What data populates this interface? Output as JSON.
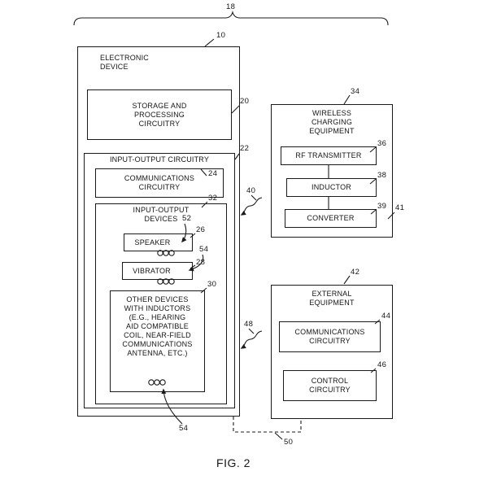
{
  "figure": {
    "caption": "FIG. 2",
    "brace_ref": "18"
  },
  "device": {
    "ref": "10",
    "title": "ELECTRONIC\nDEVICE",
    "storage": {
      "ref": "20",
      "label": "STORAGE AND\nPROCESSING\nCIRCUITRY"
    },
    "io": {
      "ref": "22",
      "title": "INPUT-OUTPUT CIRCUITRY",
      "comms": {
        "ref": "24",
        "label": "COMMUNICATIONS\nCIRCUITRY"
      },
      "devices": {
        "ref": "32",
        "title": "INPUT-OUTPUT\nDEVICES",
        "speaker": {
          "ref": "26",
          "coil_ref": "52",
          "label": "SPEAKER"
        },
        "vibrator": {
          "ref": "28",
          "coil_ref": "54",
          "label": "VIBRATOR"
        },
        "other": {
          "ref": "30",
          "coil_ref": "54",
          "label": "OTHER DEVICES\nWITH INDUCTORS\n(E.G., HEARING\nAID COMPATIBLE\nCOIL, NEAR-FIELD\nCOMMUNICATIONS\nANTENNA, ETC.)"
        }
      }
    }
  },
  "charger": {
    "ref": "34",
    "title": "WIRELESS\nCHARGING\nEQUIPMENT",
    "rf": {
      "ref": "36",
      "label": "RF TRANSMITTER"
    },
    "inductor": {
      "ref": "38",
      "label": "INDUCTOR"
    },
    "converter": {
      "ref": "39",
      "label": "CONVERTER"
    },
    "outer_ref": "41"
  },
  "external": {
    "ref": "42",
    "title": "EXTERNAL\nEQUIPMENT",
    "comms": {
      "ref": "44",
      "label": "COMMUNICATIONS\nCIRCUITRY"
    },
    "control": {
      "ref": "46",
      "label": "CONTROL\nCIRCUITRY"
    }
  },
  "links": {
    "charge_ref": "40",
    "comm_ref": "48",
    "wired_ref": "50"
  }
}
